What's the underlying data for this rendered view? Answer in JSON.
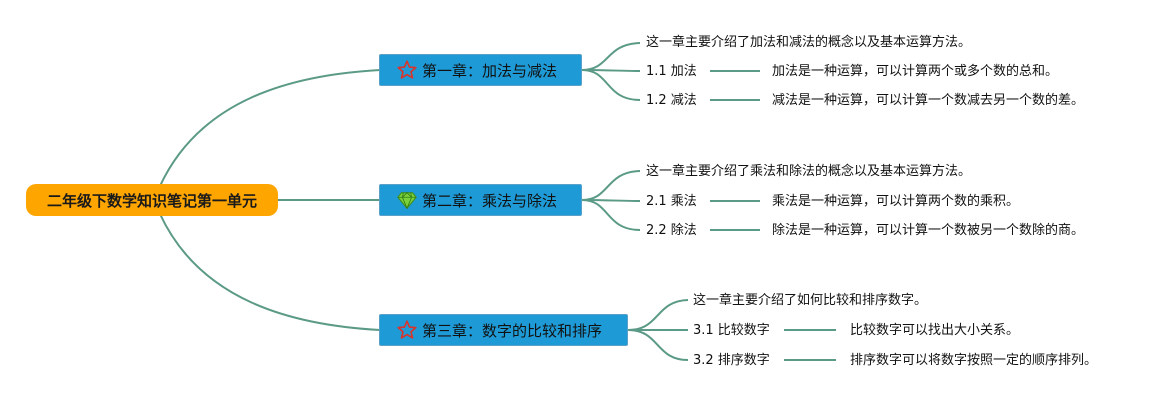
{
  "root": {
    "label": "二年级下数学知识笔记第一单元"
  },
  "chapters": [
    {
      "title": "第一章：加法与减法",
      "icon": "star-outline-icon",
      "summary": "这一章主要介绍了加法和减法的概念以及基本运算方法。",
      "items": [
        {
          "label": "1.1 加法",
          "desc": "加法是一种运算，可以计算两个或多个数的总和。"
        },
        {
          "label": "1.2 减法",
          "desc": "减法是一种运算，可以计算一个数减去另一个数的差。"
        }
      ]
    },
    {
      "title": "第二章：乘法与除法",
      "icon": "diamond-icon",
      "summary": "这一章主要介绍了乘法和除法的概念以及基本运算方法。",
      "items": [
        {
          "label": "2.1 乘法",
          "desc": "乘法是一种运算，可以计算两个数的乘积。"
        },
        {
          "label": "2.2 除法",
          "desc": "除法是一种运算，可以计算一个数被另一个数除的商。"
        }
      ]
    },
    {
      "title": "第三章：数字的比较和排序",
      "icon": "star-outline-icon",
      "summary": "这一章主要介绍了如何比较和排序数字。",
      "items": [
        {
          "label": "3.1 比较数字",
          "desc": "比较数字可以找出大小关系。"
        },
        {
          "label": "3.2 排序数字",
          "desc": "排序数字可以将数字按照一定的顺序排列。"
        }
      ]
    }
  ],
  "colors": {
    "root_bg": "#FFA500",
    "chapter_bg": "#1E9BD7",
    "connector": "#5B9A86",
    "star_icon": "#D9342B",
    "diamond_icon": "#7BD13A"
  }
}
